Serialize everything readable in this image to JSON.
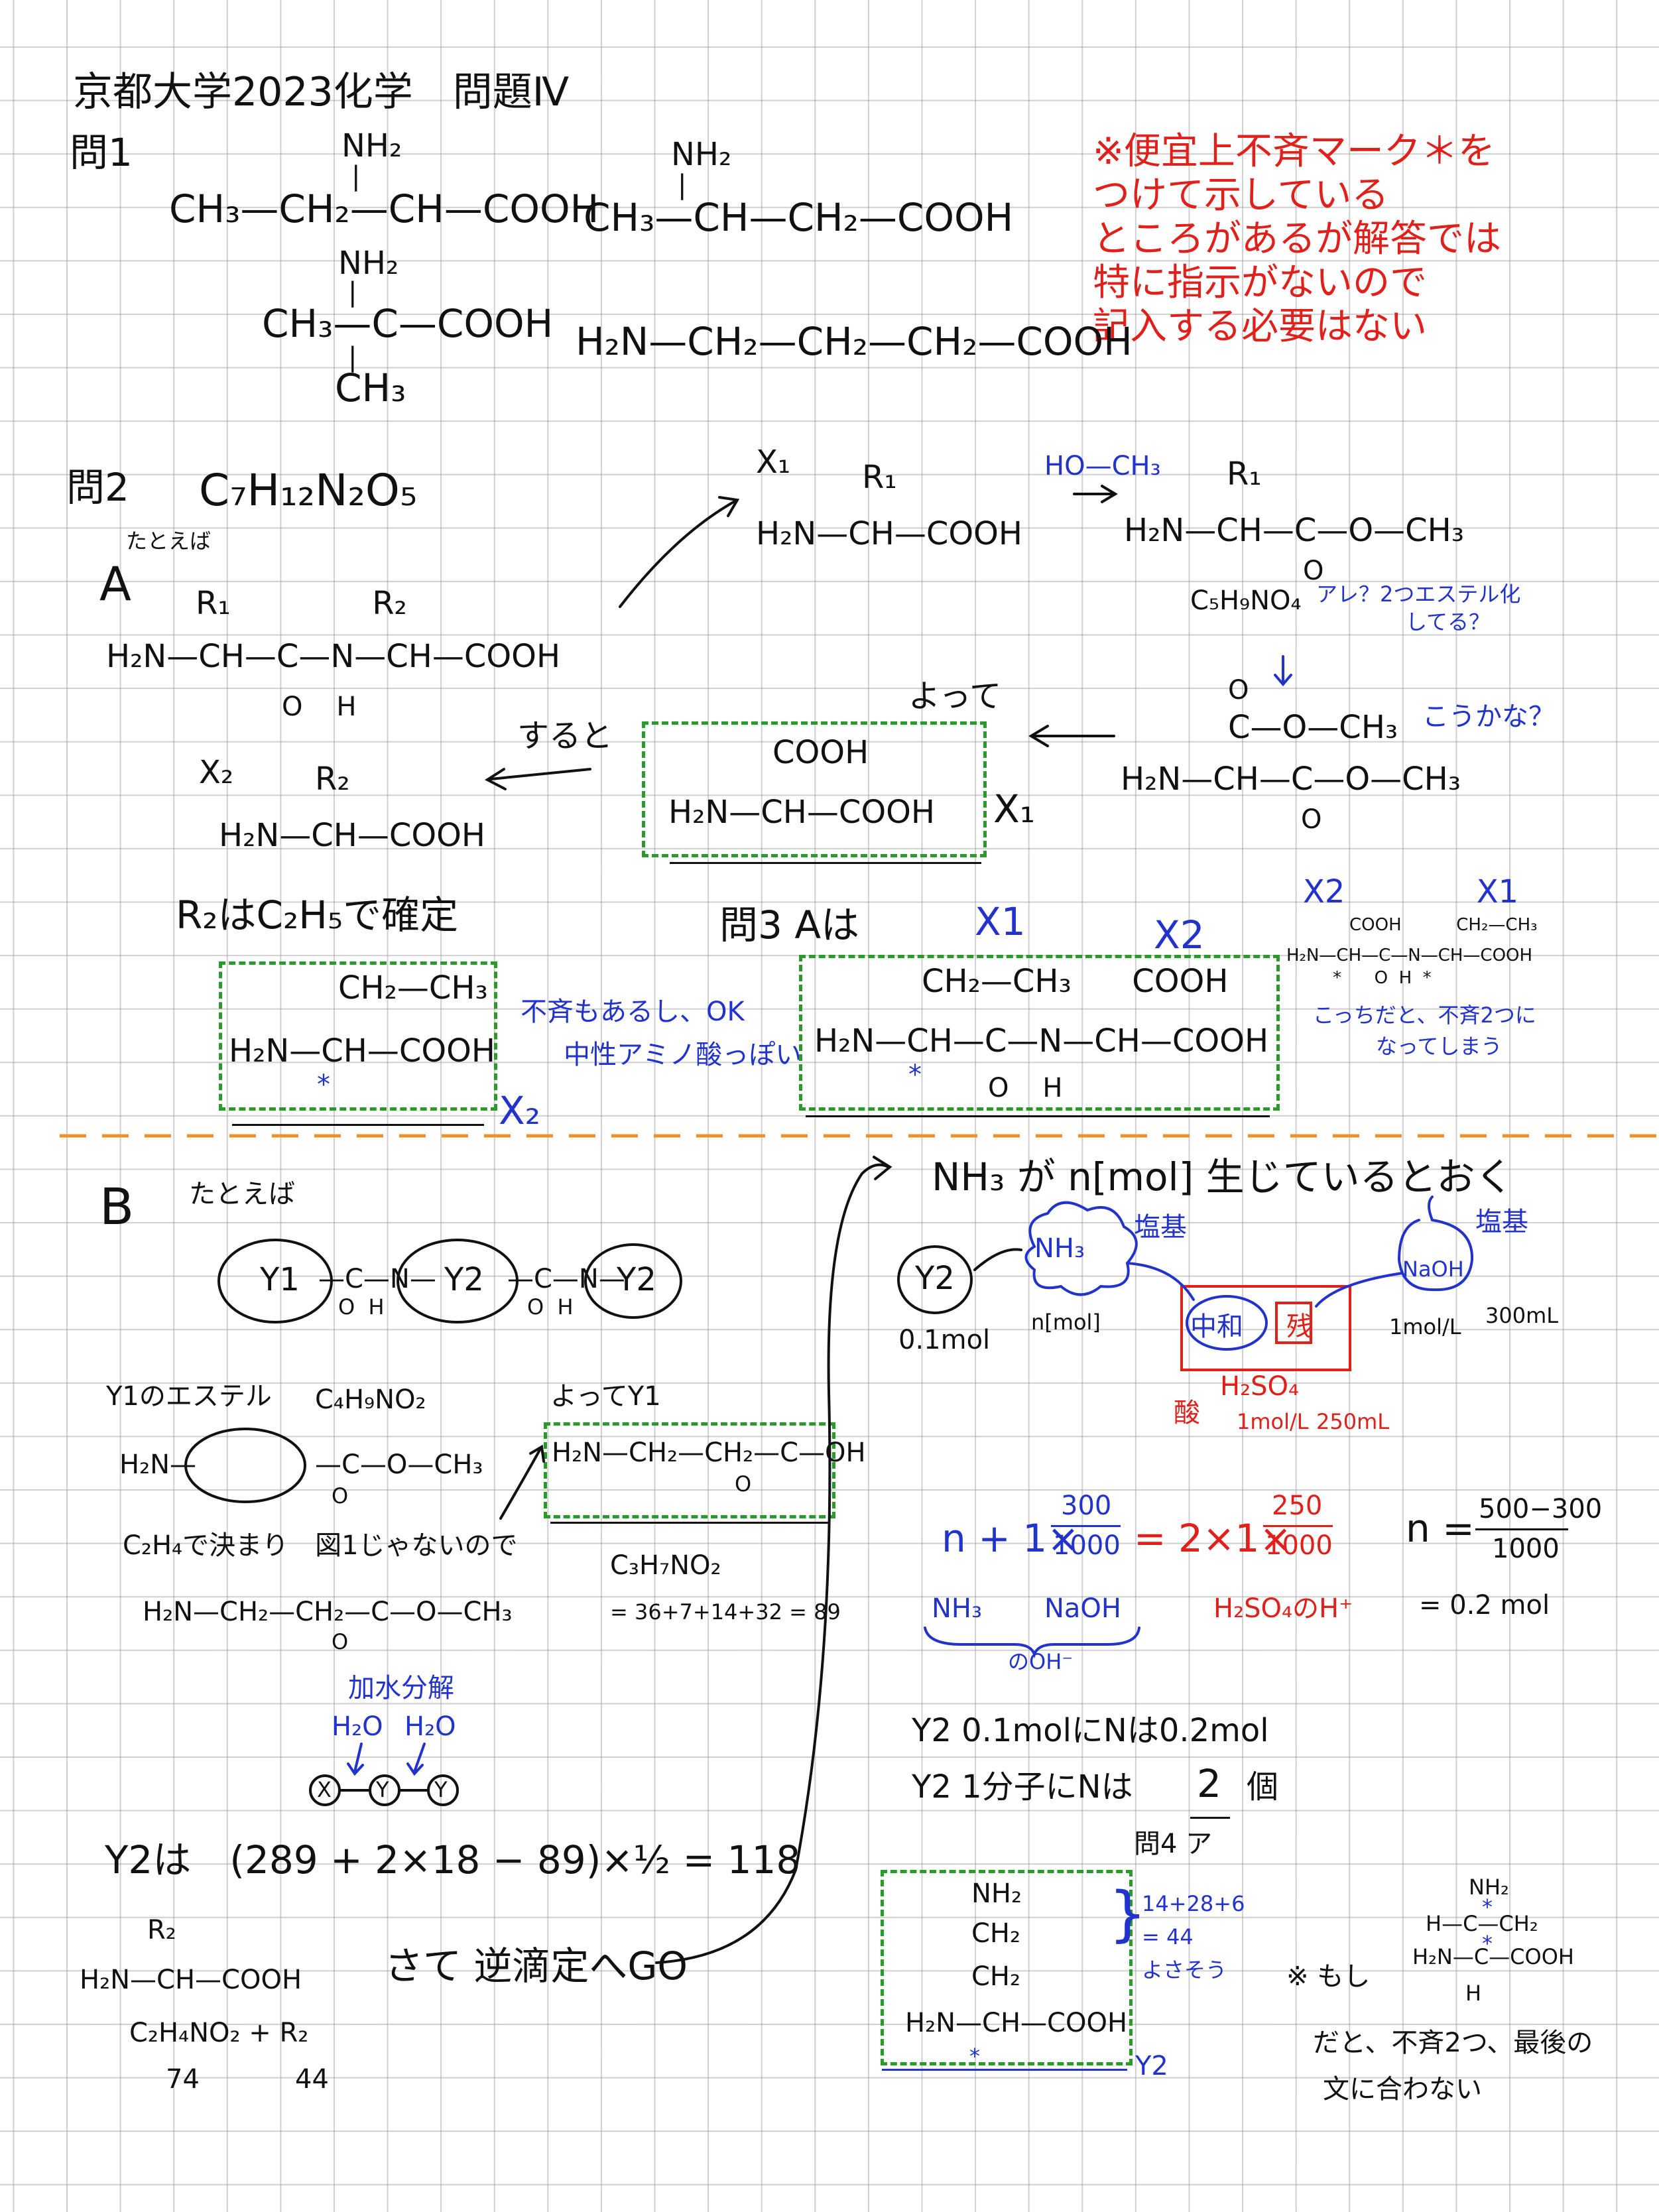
{
  "title": "京都大学2023化学　問題Ⅳ",
  "note_lines": [
    "※便宜上不斉マーク＊を",
    "つけて示している",
    "ところがあるが解答では",
    "特に指示がないので",
    "記入する必要はない"
  ],
  "q1": {
    "label": "問1",
    "s1_top": "NH₂",
    "s1_main": "CH₃—CH₂—CH—COOH",
    "s2_top": "NH₂",
    "s2_main": "CH₃—CH—CH₂—COOH",
    "s3_top": "NH₂",
    "s3_main": "CH₃—C—COOH",
    "s3_bottom": "CH₃",
    "s4_main": "H₂N—CH₂—CH₂—CH₂—COOH"
  },
  "q2": {
    "label": "問2",
    "formula": "C₇H₁₂N₂O₅",
    "A_label": "A",
    "tatoeba": "たとえば",
    "A_r": "R₁              R₂",
    "A_main": "H₂N—CH—C—N—CH—COOH",
    "A_sub": "O    H",
    "x1_label": "X₁",
    "x1_r": "R₁",
    "x1_main": "H₂N—CH—COOH",
    "methanol": "HO—CH₃",
    "ester_r": "R₁",
    "ester_main": "H₂N—CH—C—O—CH₃",
    "ester_o": "O",
    "ester_formula": "C₅H₉NO₄",
    "ester_comment_1": "アレ？2つエステル化",
    "ester_comment_2": "してる？",
    "diester_top": "O",
    "diester_c": "C—O—CH₃",
    "diester_main": "H₂N—CH—C—O—CH₃",
    "diester_o": "O",
    "kouka": "こうかな？",
    "yotte": "よって",
    "asp_top": "COOH",
    "asp_main": "H₂N—CH—COOH",
    "asp_label": "X₁",
    "suruto": "すると",
    "x2_label": "X₂",
    "x2_r": "R₂",
    "x2_main": "H₂N—CH—COOH",
    "r2_text": "R₂はC₂H₅で確定",
    "abu_top": "CH₂—CH₃",
    "abu_main": "H₂N—CH—COOH",
    "abu_star": "*",
    "abu_label": "X₂",
    "abu_comment_1": "不斉もあるし、OK",
    "abu_comment_2": "中性アミノ酸っぽい"
  },
  "q3": {
    "label": "問3 Aは",
    "x1": "X1",
    "x2": "X2",
    "top": "CH₂—CH₃      COOH",
    "main": "H₂N—CH—C—N—CH—COOH",
    "sub": "O    H",
    "star": "*",
    "alt_labels": "X2             X1",
    "alt_top": "COOH          CH₂—CH₃",
    "alt_main": "H₂N—CH—C—N—CH—COOH",
    "alt_sub": "*      O  H  *",
    "alt_comment_1": "こっちだと、不斉2つに",
    "alt_comment_2": "なってしまう"
  },
  "partB": {
    "label": "B",
    "tatoeba": "たとえば",
    "chain_y1": "Y1",
    "chain_y2a": "Y2",
    "chain_y2b": "Y2",
    "amide": "—C—N—",
    "amide_sub": "O  H",
    "y1_ester": "Y1のエステル",
    "y1_formula": "C₄H₉NO₂",
    "y1_ester_left": "H₂N—",
    "y1_ester_right": "—C—O—CH₃",
    "y1_ester_o": "O",
    "c2h4_text": "C₂H₄で決まり　図1じゃないので",
    "y1_ester_full": "H₂N—CH₂—CH₂—C—O—CH₃",
    "y1_ester_full_o": "O",
    "hydrolysis": "加水分解",
    "h2o_1": "H₂O",
    "h2o_2": "H₂O",
    "xyy_x": "X",
    "xyy_y1": "Y",
    "xyy_y2": "Y",
    "yotte_y1": "よってY1",
    "y1_main": "H₂N—CH₂—CH₂—C—OH",
    "y1_o": "O",
    "y1_mol_formula": "C₃H₇NO₂",
    "y1_mass": "= 36+7+14+32 = 89",
    "y2_mass": "Y2は　(289 + 2×18 − 89)×½ = 118",
    "y2_r": "R₂",
    "y2_main": "H₂N—CH—COOH",
    "y2_formula": "C₂H₄NO₂ + R₂",
    "y2_num_a": "74",
    "y2_num_b": "44",
    "back_titration": "さて 逆滴定へGO"
  },
  "titration": {
    "header": "NH₃ が n[mol] 生じているとおく",
    "y2": "Y2",
    "y2_amount": "0.1mol",
    "nh3": "NH₃",
    "base1": "塩基",
    "n_mol": "n[mol]",
    "neutral": "中和",
    "zan": "残",
    "naoh": "NaOH",
    "base2": "塩基",
    "naoh_conc": "1mol/L",
    "naoh_vol": "300mL",
    "h2so4": "H₂SO₄",
    "acid": "酸",
    "h2so4_conc": "1mol/L",
    "h2so4_vol": "250mL",
    "eq_left": "n + 1×",
    "frac1_top": "300",
    "frac1_bot": "1000",
    "eq_mid": "= 2×1×",
    "frac2_top": "250",
    "frac2_bot": "1000",
    "n_eq": "n =",
    "n_frac_top": "500−300",
    "n_frac_bot": "1000",
    "n_result": "= 0.2 mol",
    "label_nh3": "NH₃",
    "label_naoh": "NaOH",
    "label_oh": "のOH⁻",
    "label_h": "H₂SO₄のH⁺",
    "n_count1": "Y2 0.1molにNは0.2mol",
    "n_count2": "Y2 1分子にNは",
    "n_count_num": "2",
    "n_count_unit": "個",
    "q4": "問4 ア",
    "lys_1": "NH₂",
    "lys_2": "CH₂",
    "lys_3": "CH₂",
    "lys_main": "H₂N—CH—COOH",
    "lys_star": "*",
    "lys_label": "Y2",
    "brace_1": "14+28+6",
    "brace_2": "= 44",
    "brace_3": "よさそう",
    "alt_top": "NH₂",
    "alt_l2": "H—C—CH₂",
    "alt_l3": "H₂N—C—COOH",
    "alt_l4": "H",
    "alt_stars": "*",
    "moshi": "※ もし",
    "alt_comment_1": "だと、不斉2つ、最後の",
    "alt_comment_2": "文に合わない"
  },
  "colors": {
    "ink": "#111111",
    "blue": "#2233cc",
    "red": "#e0201a",
    "green": "#2a9a2a",
    "orange": "#f0902a"
  }
}
